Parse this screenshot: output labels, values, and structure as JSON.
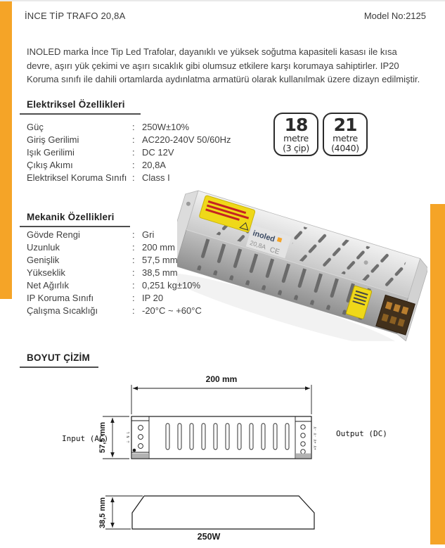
{
  "page": {
    "title": "İNCE TİP TRAFO 20,8A",
    "model": "Model No:2125",
    "description": "INOLED marka İnce Tip Led Trafolar, dayanıklı ve yüksek soğutma kapasiteli kasası ile kısa devre, aşırı yük çekimi ve aşırı sıcaklık gibi olumsuz etkilere karşı korumaya sahiptirler. IP20 Koruma sınıfı ile dahili ortamlarda aydınlatma armatürü olarak kullanılmak üzere dizayn edilmiştir."
  },
  "badges": [
    {
      "value": "18",
      "unit": "metre",
      "note": "(3 çip)"
    },
    {
      "value": "21",
      "unit": "metre",
      "note": "(4040)"
    }
  ],
  "electrical": {
    "title": "Elektriksel Özellikleri",
    "rows": [
      {
        "label": "Güç",
        "value": "250W±10%"
      },
      {
        "label": "Giriş Gerilimi",
        "value": "AC220-240V 50/60Hz"
      },
      {
        "label": "Işık Gerilimi",
        "value": "DC 12V"
      },
      {
        "label": "Çıkış Akımı",
        "value": "20,8A"
      },
      {
        "label": "Elektriksel Koruma Sınıfı",
        "value": "Class I"
      }
    ]
  },
  "mechanical": {
    "title": "Mekanik Özellikleri",
    "rows": [
      {
        "label": "Gövde Rengi",
        "value": "Gri"
      },
      {
        "label": "Uzunluk",
        "value": "200 mm"
      },
      {
        "label": "Genişlik",
        "value": "57,5 mm"
      },
      {
        "label": "Yükseklik",
        "value": "38,5 mm"
      },
      {
        "label": "Net Ağırlık",
        "value": "0,251 kg±10%"
      },
      {
        "label": "IP Koruma Sınıfı",
        "value": "IP 20"
      },
      {
        "label": "Çalışma Sıcaklığı",
        "value": "-20°C ~ +60°C"
      }
    ]
  },
  "drawing": {
    "title": "BOYUT ÇİZİM",
    "length_label": "200 mm",
    "width_label": "57,5 mm",
    "height_label": "38,5 mm",
    "power_label": "250W",
    "input_label": "Input (AC)",
    "output_label": "Output (DC)",
    "output_pins": "+V +V -V -V",
    "input_pins": "⏚ N L"
  },
  "photo": {
    "brand": "inoled",
    "marking": "20,8A",
    "ce_mark": "CE"
  },
  "colors": {
    "accent_orange": "#F5A427",
    "badge_border": "#2B2B2B",
    "body_text": "#3F3F3F",
    "drawing_line": "#1A1A1A",
    "label_yellow": "#EFD819"
  }
}
